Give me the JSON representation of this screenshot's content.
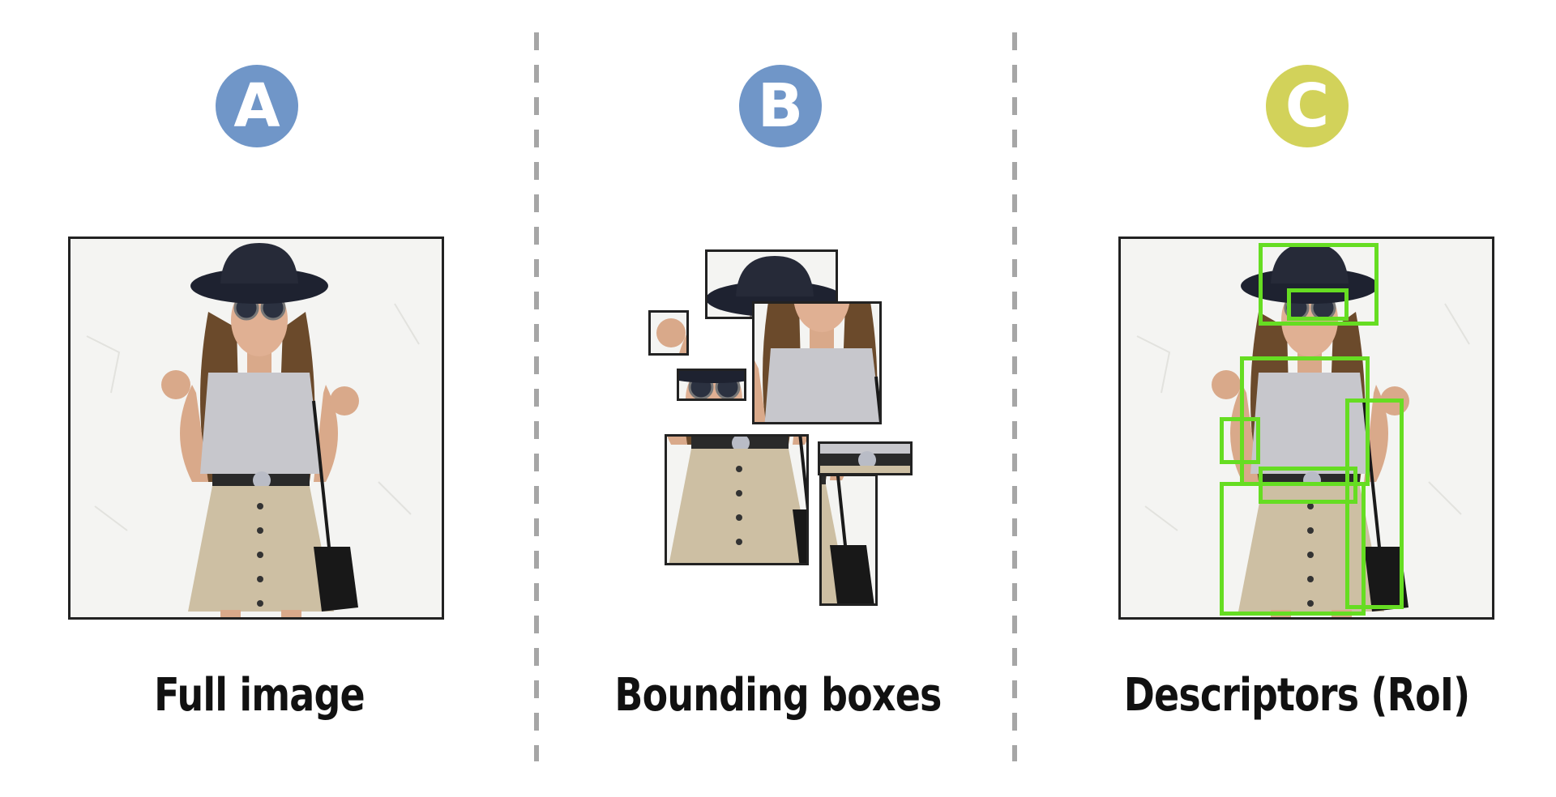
{
  "panels": [
    {
      "letter": "A",
      "caption": "Full image",
      "circle_color": "#7096c8"
    },
    {
      "letter": "B",
      "caption": "Bounding boxes",
      "circle_color": "#7096c8"
    },
    {
      "letter": "C",
      "caption": "Descriptors (RoI)",
      "circle_color": "#d2d25a"
    }
  ],
  "colors": {
    "divider": "#a6a6a6",
    "roi_box": "#66dd22",
    "frame": "#222222"
  }
}
